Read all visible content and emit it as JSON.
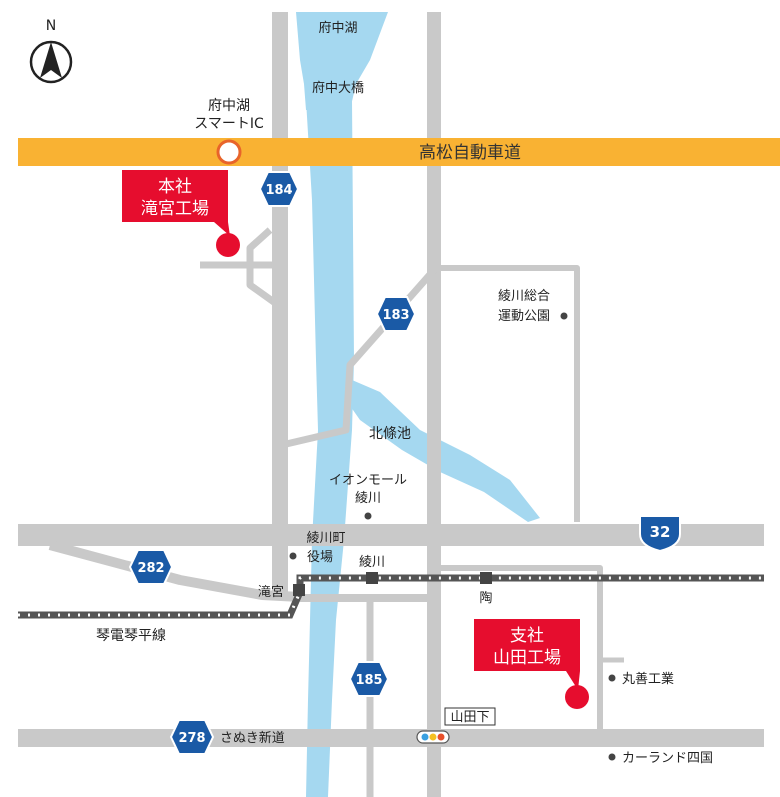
{
  "compass": {
    "label": "N",
    "icon": "north-arrow-icon"
  },
  "river": {
    "lake_label": "府中湖",
    "bridge_label": "府中大橋",
    "pond_label": "北條池"
  },
  "expressway": {
    "label": "高松自動車道",
    "color": "#f9b233"
  },
  "interchange": {
    "line1": "府中湖",
    "line2": "スマートIC"
  },
  "routes": {
    "r184": "184",
    "r183": "183",
    "r32": "32",
    "r282": "282",
    "r185": "185",
    "r278": "278",
    "color": "#1a5aa6"
  },
  "offices": {
    "hq": {
      "line1": "本社",
      "line2": "滝宮工場"
    },
    "branch": {
      "line1": "支社",
      "line2": "山田工場"
    },
    "color": "#e60d2e"
  },
  "places": {
    "park": {
      "line1": "綾川総合",
      "line2": "運動公園"
    },
    "aeon": {
      "line1": "イオンモール",
      "line2": "綾川"
    },
    "town_office": {
      "line1": "綾川町",
      "line2": "役場"
    },
    "maruzen": "丸善工業",
    "carland": "カーランド四国"
  },
  "stations": {
    "takinomiya": "滝宮",
    "ayagawa": "綾川",
    "sue": "陶"
  },
  "railway": {
    "label": "琴電琴平線"
  },
  "road_labels": {
    "sanuki_shindo": "さぬき新道"
  },
  "intersection": {
    "label": "山田下"
  }
}
